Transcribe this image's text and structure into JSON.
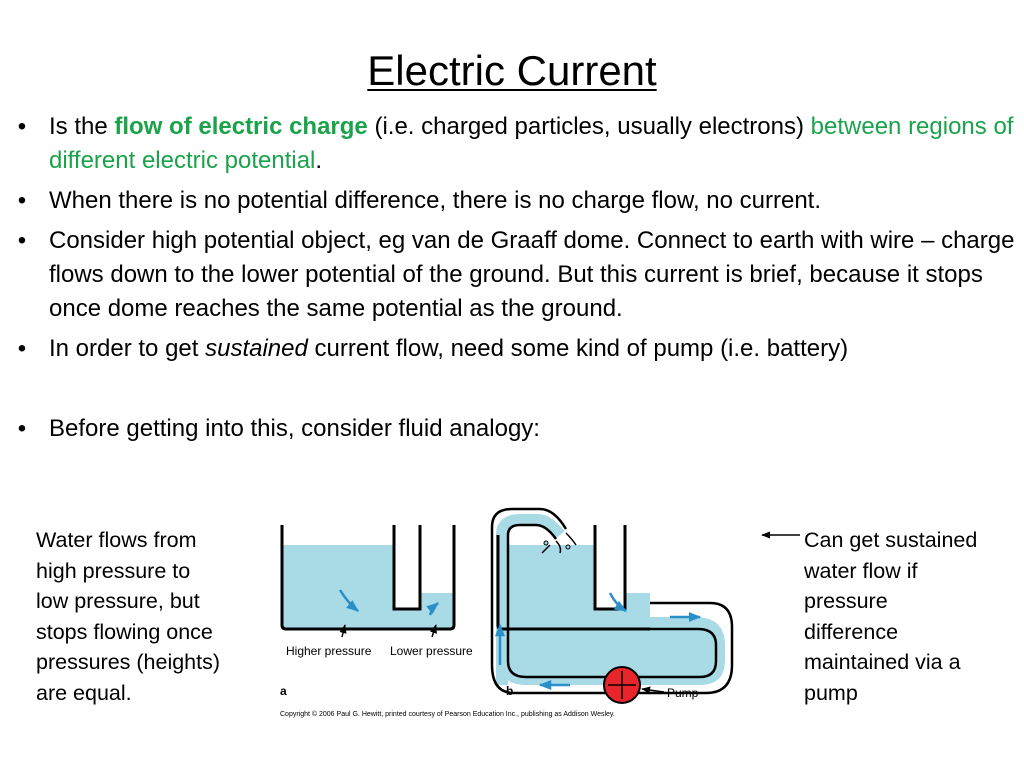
{
  "title": "Electric Current",
  "bullet_char": "•",
  "bullets": {
    "b1": {
      "pre": "Is the ",
      "bold": "flow of electric charge",
      "mid": " (i.e. charged particles, usually electrons) ",
      "green": "between regions of different electric potential",
      "end": "."
    },
    "b2": "When there is no potential difference, there is no charge flow, no current.",
    "b3": "Consider high potential object, eg van de Graaff dome. Connect to earth with wire – charge flows down to the lower potential of the ground. But this current is brief, because it stops once dome reaches the same potential as the ground.",
    "b4": {
      "pre": "In order to get ",
      "italic": "sustained",
      "post": " current flow, need some kind of pump (i.e. battery)"
    },
    "b5": "Before getting into this, consider fluid analogy:"
  },
  "left_note": "Water flows from\nhigh pressure to\nlow pressure, but\nstops flowing once\npressures (heights)\nare equal.",
  "right_note": "Can get sustained\nwater flow if\npressure\ndifference\nmaintained via a\npump",
  "figure": {
    "label_a": "a",
    "label_b": "b",
    "higher_pressure": "Higher pressure",
    "lower_pressure": "Lower pressure",
    "pump": "Pump",
    "copyright": "Copyright © 2006 Paul G. Hewitt, printed courtesy of Pearson Education Inc., publishing as Addison Wesley.",
    "water_color": "#a9dbe6",
    "pump_color": "#e8252b"
  }
}
